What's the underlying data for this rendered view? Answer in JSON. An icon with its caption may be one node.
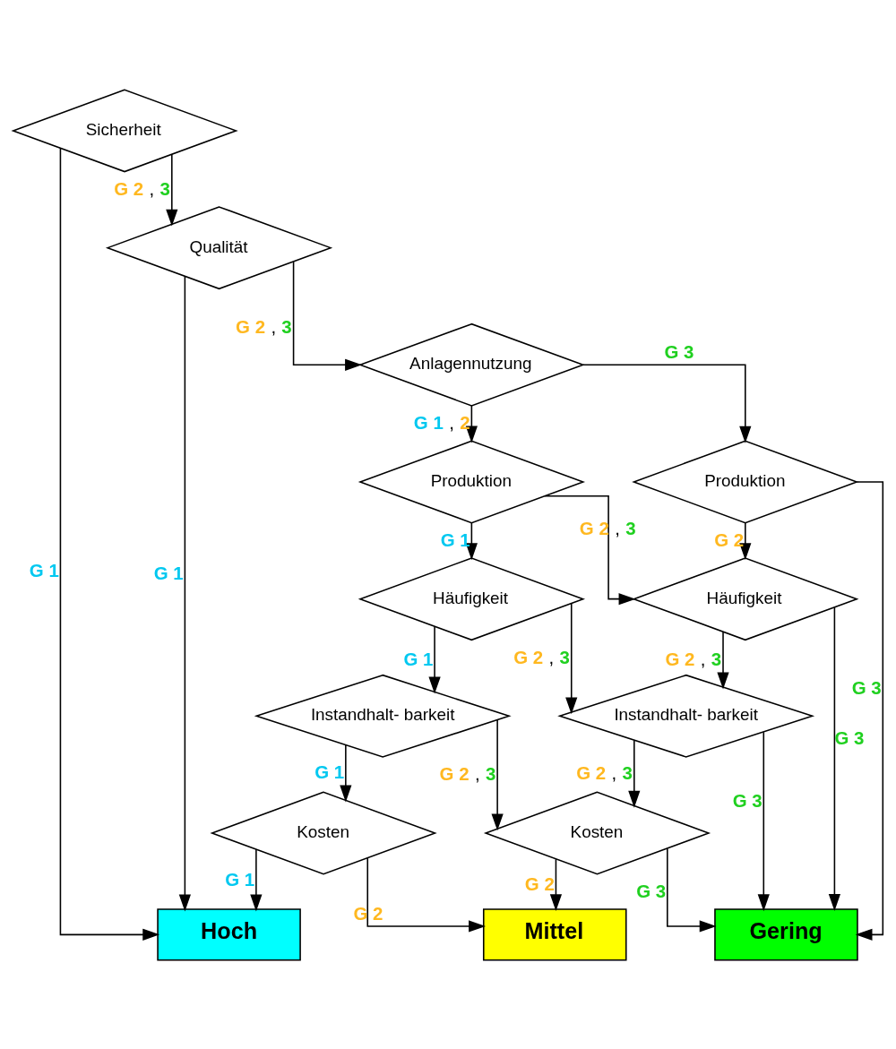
{
  "diagram": {
    "nodes": [
      {
        "text": [
          "Sicherheit"
        ]
      },
      {
        "text": [
          "Qualität"
        ]
      },
      {
        "text": [
          "Anlagennutzung"
        ]
      },
      {
        "text": [
          "Produktion"
        ]
      },
      {
        "text": [
          "Produktion"
        ]
      },
      {
        "text": [
          "Häufigkeit"
        ]
      },
      {
        "text": [
          "Häufigkeit"
        ]
      },
      {
        "text": [
          "Instandhalt- barkeit"
        ]
      },
      {
        "text": [
          "Instandhalt- barkeit"
        ]
      },
      {
        "text": [
          "Kosten"
        ]
      },
      {
        "text": [
          "Kosten"
        ]
      },
      {
        "text": [
          "Hoch"
        ]
      },
      {
        "text": [
          "Mittel"
        ]
      },
      {
        "text": [
          "Gering"
        ]
      }
    ],
    "edges": [
      {
        "from": 0,
        "to": 11,
        "arrow": "to",
        "label": "G 1"
      },
      {
        "from": 0,
        "to": 1,
        "arrow": "to",
        "label": "G 2 , 3"
      },
      {
        "from": 1,
        "to": 11,
        "arrow": "to",
        "label": "G 1"
      },
      {
        "from": 1,
        "to": 2,
        "arrow": "to",
        "label": "G 2 , 3"
      },
      {
        "from": 2,
        "to": 4,
        "arrow": "to",
        "label": "G 1 , 2"
      },
      {
        "from": 2,
        "to": 3,
        "arrow": "to",
        "label": "G 3"
      },
      {
        "from": 3,
        "to": 13,
        "arrow": "to",
        "label": "G 3"
      },
      {
        "from": 3,
        "to": 5,
        "arrow": "to",
        "label": "G 2"
      },
      {
        "from": 4,
        "to": 5,
        "arrow": "to",
        "label": "G 2 , 3"
      },
      {
        "from": 4,
        "to": 6,
        "arrow": "to",
        "label": "G 1"
      },
      {
        "from": 5,
        "to": 13,
        "arrow": "to",
        "label": "G 3"
      },
      {
        "from": 5,
        "to": 7,
        "arrow": "to",
        "label": "G 2 , 3"
      },
      {
        "from": 6,
        "to": 7,
        "arrow": "to",
        "label": "G 2 , 3"
      },
      {
        "from": 6,
        "to": 8,
        "arrow": "to",
        "label": "G 1"
      },
      {
        "from": 7,
        "to": 13,
        "arrow": "to",
        "label": "G 3"
      },
      {
        "from": 7,
        "to": 9,
        "arrow": "to",
        "label": "G 2 , 3"
      },
      {
        "from": 8,
        "to": 9,
        "arrow": "to",
        "label": "G 2 , 3"
      },
      {
        "from": 8,
        "to": 10,
        "arrow": "to",
        "label": "G 1"
      },
      {
        "from": 9,
        "to": 13,
        "arrow": "to",
        "label": "G 3"
      },
      {
        "from": 9,
        "to": 12,
        "arrow": "to",
        "label": "G 2"
      },
      {
        "from": 10,
        "to": 12,
        "arrow": "to",
        "label": "G 2"
      },
      {
        "from": 10,
        "to": 11,
        "arrow": "to",
        "label": "G 1"
      }
    ]
  }
}
